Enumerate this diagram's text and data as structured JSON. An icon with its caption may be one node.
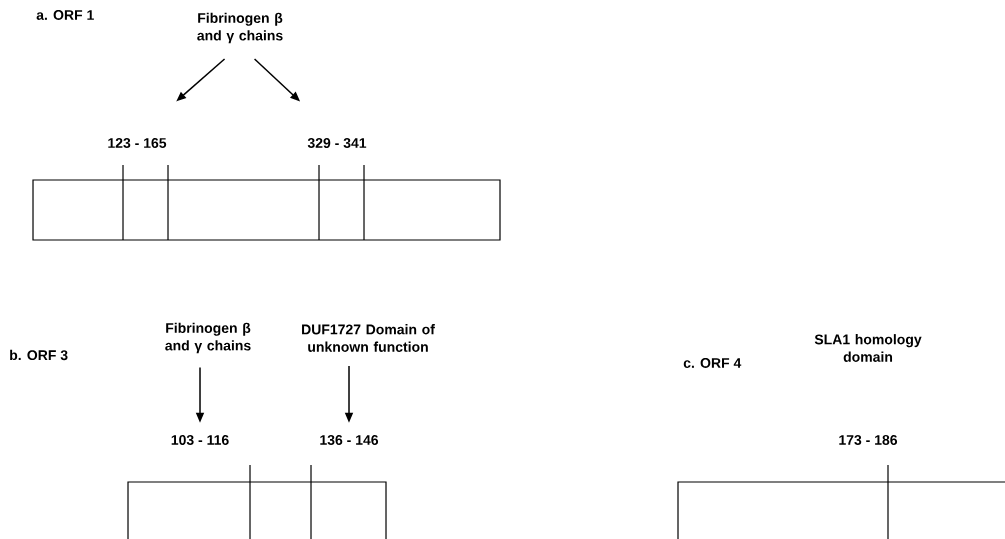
{
  "diagram": {
    "nodes": [
      {
        "text": [
          "Fibrinogen β and γ chains"
        ]
      },
      {
        "text": [
          "123 - 165"
        ]
      },
      {
        "text": [
          "329 - 341"
        ]
      },
      {
        "text": [
          "Fibrinogen β and γ chains"
        ]
      },
      {
        "text": [
          "DUF1727 Domain of unknown function"
        ]
      },
      {
        "text": [
          "103 - 116"
        ]
      },
      {
        "text": [
          "136 - 146"
        ]
      }
    ],
    "edges": [
      {
        "from": 0,
        "to": 1,
        "arrow": "to"
      },
      {
        "from": 0,
        "to": 2,
        "arrow": "to"
      },
      {
        "from": 3,
        "to": 5,
        "arrow": "to"
      },
      {
        "from": 4,
        "to": 6,
        "arrow": "to"
      }
    ],
    "labels": [
      "a. ORF 1",
      "b. ORF 3",
      "c. ORF 4",
      "SLA1 homology domain",
      "173 - 186"
    ]
  }
}
